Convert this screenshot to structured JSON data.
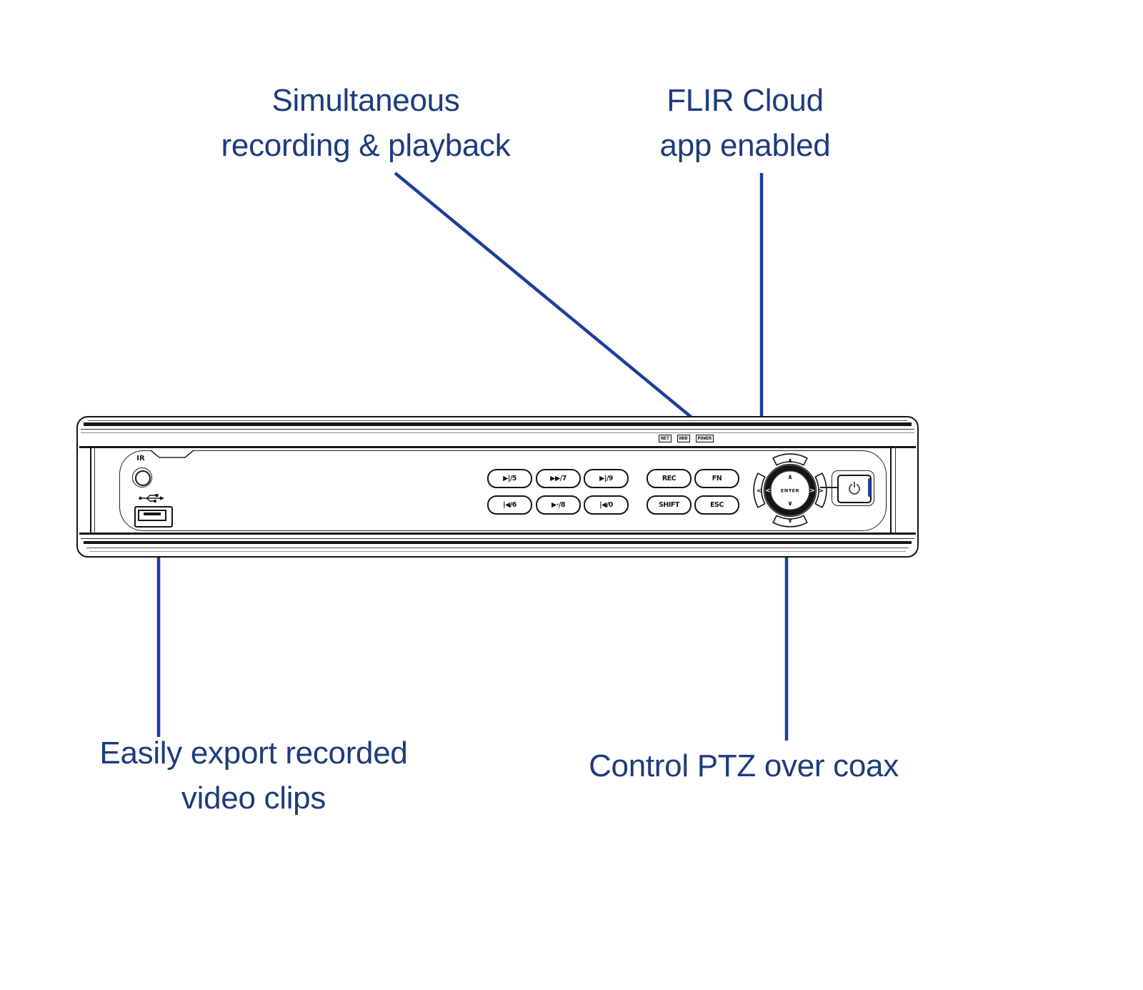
{
  "colors": {
    "annotation_text": "#1d3c7c",
    "annotation_line": "#1d3f9b",
    "device_outline": "#151515",
    "power_accent": "#2a3f94"
  },
  "annotations": {
    "top_left": {
      "line1": "Simultaneous",
      "line2": "recording & playback"
    },
    "top_right": {
      "line1": "FLIR Cloud",
      "line2": "app enabled"
    },
    "bottom_left": {
      "line1": "Easily export recorded",
      "line2": "video clips"
    },
    "bottom_right": {
      "line1": "Control PTZ over coax"
    }
  },
  "device": {
    "ir_label": "IR",
    "leds": [
      "NET",
      "HDD",
      "POWER"
    ],
    "buttons_row1": [
      "▶|/5",
      "▶▶/7",
      "▶|/9",
      "REC",
      "FN"
    ],
    "buttons_row2": [
      "|◀/6",
      "▶·/8",
      "|◀/0",
      "SHIFT",
      "ESC"
    ],
    "nav": {
      "enter_label": "ENTER",
      "up": "∧",
      "down": "∨",
      "left": "<",
      "right": ">"
    }
  }
}
